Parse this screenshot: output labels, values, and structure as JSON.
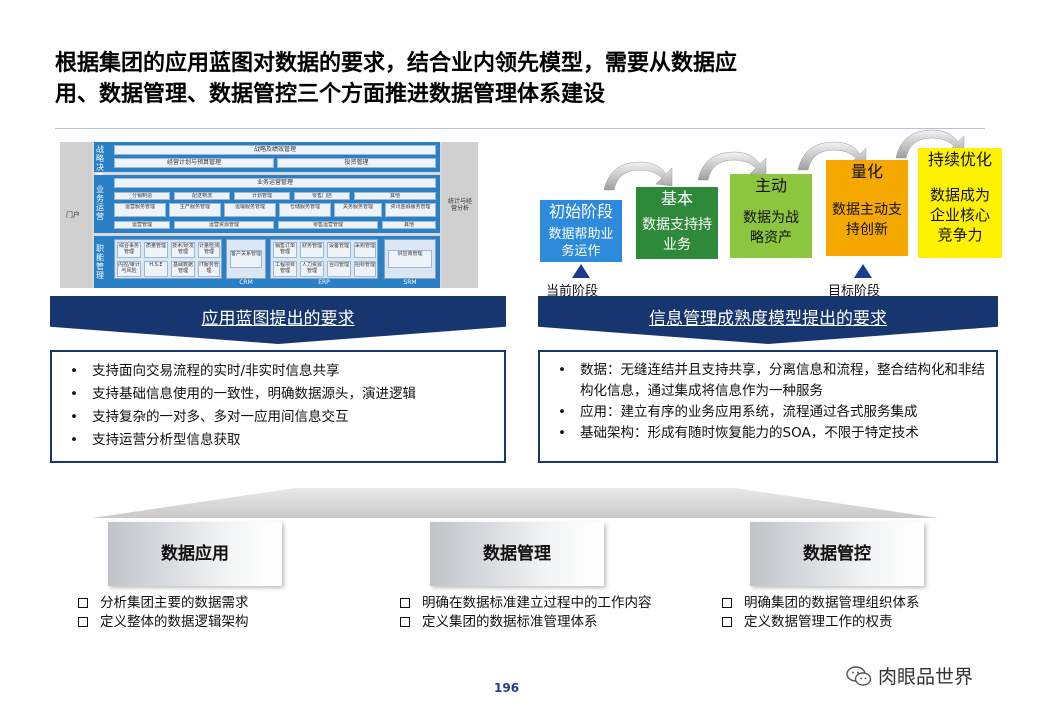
{
  "title": {
    "line1": "根据集团的应用蓝图对数据的要求，结合业内领先模型，需要从数据应",
    "line2": "用、数据管理、数据管控三个方面推进数据管理体系建设"
  },
  "blueprint": {
    "left_label": "门户",
    "right_label": "统计与经营分析",
    "bands": [
      {
        "label": "战略决策",
        "bars": [
          "战略及绩效管理",
          "经营计划与预算管理",
          "投资管理"
        ]
      },
      {
        "label": "业务运营",
        "bars": [
          "业务运营管理"
        ],
        "chips": [
          "分销制造",
          "配送物流",
          "计划管理",
          "零售门店",
          "其他",
          "运营服务管理",
          "生产服务管理",
          "运输服务管理",
          "仓储服务管理",
          "关务服务管理",
          "资讯金融服务管理",
          "运营管理",
          "运营资源管理",
          "零售运营管理",
          "其他"
        ]
      },
      {
        "label": "职能管理",
        "chips": [
          "综合事务管理",
          "质量管理",
          "技术/研发管理",
          "计量检测管理",
          "内控/审计与风险",
          "H.S.E",
          "基础数据管理",
          "IT服务管理",
          "客户关系管理",
          "销售订单管理",
          "财务管理",
          "设备管理",
          "采购管理",
          "供应商管理",
          "工程项目管理",
          "人力资源管理",
          "合同管理",
          "招标管理"
        ]
      }
    ],
    "systems": [
      "CRM",
      "ERP",
      "SRM"
    ]
  },
  "maturity": {
    "stages": [
      {
        "head": "初始阶段",
        "body": "数据帮助业务运作",
        "color": "#2e8bdc"
      },
      {
        "head": "基本",
        "body": "数据支持持业务",
        "color": "#2e8a3a"
      },
      {
        "head": "主动",
        "body": "数据为战略资产",
        "color": "#8cc63f"
      },
      {
        "head": "量化",
        "body": "数据主动支持创新",
        "color": "#f5a800"
      },
      {
        "head": "持续优化",
        "body": "数据成为企业核心竞争力",
        "color": "#fff200"
      }
    ],
    "current_label": "当前阶段",
    "target_label": "目标阶段"
  },
  "left_panel": {
    "banner": "应用蓝图提出的要求",
    "items": [
      "支持面向交易流程的实时/非实时信息共享",
      "支持基础信息使用的一致性，明确数据源头，演进逻辑",
      "支持复杂的一对多、多对一应用间信息交互",
      "支持运营分析型信息获取"
    ]
  },
  "right_panel": {
    "banner": "信息管理成熟度模型提出的要求",
    "items": [
      "数据：无缝连结并且支持共享，分离信息和流程，整合结构化和非结构化信息，通过集成将信息作为一种服务",
      "应用：建立有序的业务应用系统，流程通过各式服务集成",
      "基础架构：形成有随时恢复能力的SOA，不限于特定技术"
    ]
  },
  "pillars": [
    {
      "title": "数据应用",
      "items": [
        "分析集团主要的数据需求",
        "定义整体的数据逻辑架构"
      ]
    },
    {
      "title": "数据管理",
      "items": [
        "明确在数据标准建立过程中的工作内容",
        "定义集团的数据标准管理体系"
      ]
    },
    {
      "title": "数据管控",
      "items": [
        "明确集团的数据管理组织体系",
        "定义数据管理工作的权责"
      ]
    }
  ],
  "page_number": "196",
  "watermark": "肉眼品世界"
}
